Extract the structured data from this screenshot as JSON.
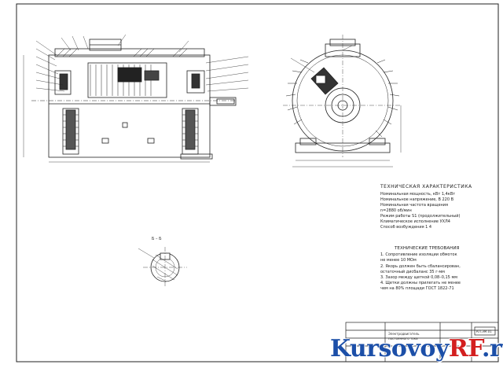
{
  "technical_characteristics": {
    "title": "ТЕХНИЧЕСКАЯ ХАРАКТЕРИСТИКА",
    "lines": [
      "Номинальная мощность, кВт  1,4кВт",
      "Номинальное напряжение, В  220 В",
      "Номинальная частота вращения",
      "n=2880 об/мин",
      "Режим работы S1 (продолжительный)",
      "Климатическое исполнение  УХЛ4",
      "Способ возбуждения  1 4"
    ]
  },
  "technical_requirements": {
    "title": "ТЕХНИЧЕСКИЕ ТРЕБОВАНИЯ",
    "lines": [
      "1. Сопротивление изоляции обмоток",
      "   не менее 10 МОм",
      "2. Якорь должен быть сбалансирован,",
      "   остаточный дисбаланс 35 г·мм",
      "3. Зазор между щеткой 0,08–0,15 мм",
      "4. Щетки должны прилегать не менее",
      "   чем на 80% площади  ГОСТ 1822-71"
    ]
  },
  "section_label": "Б – Б",
  "stamp": {
    "title_lines": [
      "Электродвигатель",
      "постоянного тока"
    ],
    "code": "КП.ЭМ.01"
  },
  "watermark": {
    "text_main": "Kursovoy",
    "text_accent": "RF",
    "text_suffix": ".ru"
  },
  "colors": {
    "line": "#222222",
    "watermark_blue": "#1c4fa8",
    "watermark_red": "#d31f1f"
  }
}
